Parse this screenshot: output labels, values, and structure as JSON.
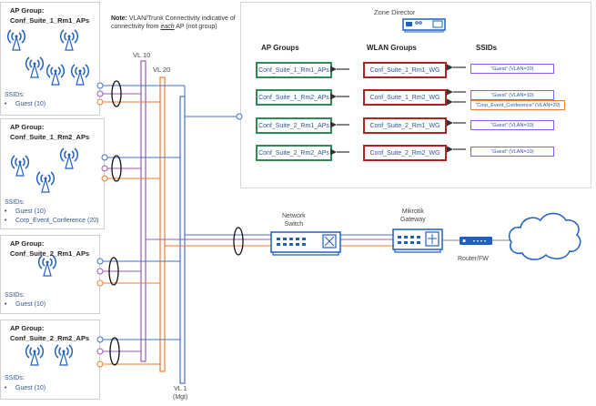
{
  "ap_groups": [
    {
      "title_prefix": "AP Group:",
      "name": "Conf_Suite_1_Rm1_APs",
      "ssids_label": "SSIDs:",
      "ssids": [
        "Guest (10)"
      ],
      "ap_count": 5
    },
    {
      "title_prefix": "AP Group:",
      "name": "Conf_Suite_1_Rm2_APs",
      "ssids_label": "SSIDs:",
      "ssids": [
        "Guest (10)",
        "Corp_Event_Conference (20)"
      ],
      "ap_count": 3
    },
    {
      "title_prefix": "AP Group:",
      "name": "Conf_Suite_2_Rm1_APs",
      "ssids_label": "SSIDs:",
      "ssids": [
        "Guest (10)"
      ],
      "ap_count": 1
    },
    {
      "title_prefix": "AP Group:",
      "name": "Conf_Suite_2_Rm2_APs",
      "ssids_label": "SSIDs:",
      "ssids": [
        "Guest (10)"
      ],
      "ap_count": 2
    }
  ],
  "note": {
    "bold": "Note:",
    "text1": " VLAN/Trunk Connectivity indicative of connectivity from ",
    "emph": "each",
    "text2": " AP (not group)"
  },
  "vlans": {
    "vl10": "VL 10",
    "vl20": "VL 20",
    "vl1_line1": "VL 1",
    "vl1_line2": "(Mgt)"
  },
  "zone_director": {
    "title": "Zone Director",
    "headers": {
      "ap_groups": "AP Groups",
      "wlan_groups": "WLAN Groups",
      "ssids": "SSIDs"
    },
    "rows": [
      {
        "ap_group": "Conf_Suite_1_Rm1_APs",
        "wlan_group": "Conf_Suite_1_Rm1_WG",
        "ssids": [
          {
            "label": "“Guest” (VLAN=10)",
            "color": "purple"
          }
        ]
      },
      {
        "ap_group": "Conf_Suite_1_Rm2_APs",
        "wlan_group": "Conf_Suite_1_Rm2_WG",
        "ssids": [
          {
            "label": "“Guest” (VLAN=10)",
            "color": "purple"
          },
          {
            "label": "“Corp_Event_Conference” (VLAN=20)",
            "color": "orange"
          }
        ]
      },
      {
        "ap_group": "Conf_Suite_2_Rm1_APs",
        "wlan_group": "Conf_Suite_2_Rm1_WG",
        "ssids": [
          {
            "label": "“Guest” (VLAN=10)",
            "color": "purple"
          }
        ]
      },
      {
        "ap_group": "Conf_Suite_2_Rm2_APs",
        "wlan_group": "Conf_Suite_2_Rm2_WG",
        "ssids": [
          {
            "label": "“Guest” (VLAN=10)",
            "color": "purple"
          }
        ]
      }
    ]
  },
  "devices": {
    "switch_line1": "Network",
    "switch_line2": "Switch",
    "gateway_line1": "Mikrotik",
    "gateway_line2": "Gateway",
    "router": "Router/FW",
    "cloud": "internet-cloud"
  },
  "colors": {
    "vlan1": "#4472c4",
    "vlan10": "#9b59b6",
    "vlan20": "#ed7d31",
    "ap_group_border": "#2e8b57",
    "wlan_group_border": "#b22222",
    "device_blue": "#1f5fbf"
  }
}
